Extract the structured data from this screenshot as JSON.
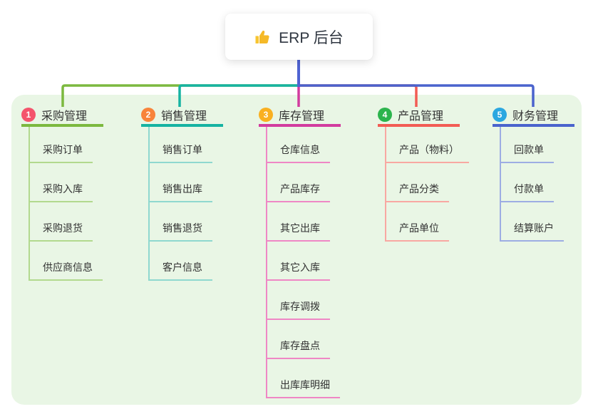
{
  "root": {
    "label": "ERP 后台",
    "icon": "thumbs-up-icon"
  },
  "colors": {
    "panel_bg": "#e9f6e5",
    "root_connector": "#4f63d2",
    "text": "#333333"
  },
  "branches": [
    {
      "num": "1",
      "label": "采购管理",
      "badge_color": "#f4546c",
      "line_color": "#7cb93f",
      "child_line_color": "#b2d98e",
      "children": [
        "采购订单",
        "采购入库",
        "采购退货",
        "供应商信息"
      ]
    },
    {
      "num": "2",
      "label": "销售管理",
      "badge_color": "#f8843b",
      "line_color": "#16b3a2",
      "child_line_color": "#8fd8cf",
      "children": [
        "销售订单",
        "销售出库",
        "销售退货",
        "客户信息"
      ]
    },
    {
      "num": "3",
      "label": "库存管理",
      "badge_color": "#f9b021",
      "line_color": "#d23c9f",
      "child_line_color": "#ef87c5",
      "children": [
        "仓库信息",
        "产品库存",
        "其它出库",
        "其它入库",
        "库存调拨",
        "库存盘点",
        "出库库明细"
      ]
    },
    {
      "num": "4",
      "label": "产品管理",
      "badge_color": "#2cb44d",
      "line_color": "#f25c54",
      "child_line_color": "#f8a8a2",
      "children": [
        "产品（物料）",
        "产品分类",
        "产品单位"
      ]
    },
    {
      "num": "5",
      "label": "财务管理",
      "badge_color": "#2ba7e0",
      "line_color": "#4a63cd",
      "child_line_color": "#9dade3",
      "children": [
        "回款单",
        "付款单",
        "结算账户"
      ]
    }
  ]
}
